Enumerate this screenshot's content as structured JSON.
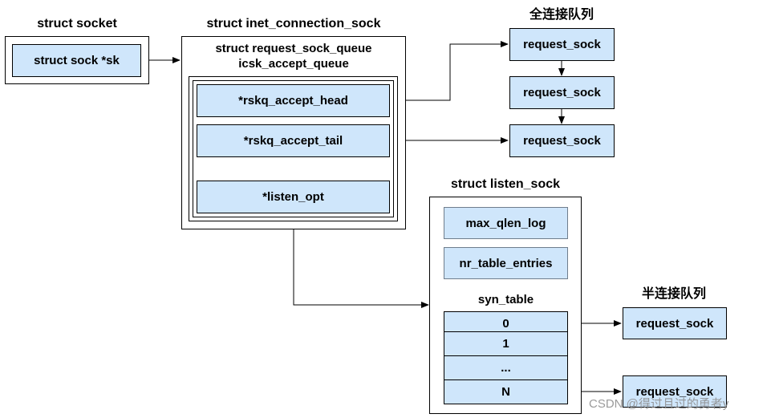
{
  "titles": {
    "socket": "struct socket",
    "inet_connection_sock": "struct inet_connection_sock",
    "full_queue": "全连接队列",
    "listen_sock": "struct listen_sock",
    "half_queue": "半连接队列"
  },
  "socket": {
    "sk": "struct sock *sk"
  },
  "inet_connection_sock": {
    "queue_line1": "struct request_sock_queue",
    "queue_line2": "icsk_accept_queue",
    "head": "*rskq_accept_head",
    "tail": "*rskq_accept_tail",
    "listen_opt": "*listen_opt"
  },
  "full_queue": {
    "items": [
      "request_sock",
      "request_sock",
      "request_sock"
    ]
  },
  "listen_sock": {
    "max_qlen_log": "max_qlen_log",
    "nr_table_entries": "nr_table_entries",
    "syn_table_label": "syn_table",
    "rows": [
      "0",
      "1",
      "...",
      "N"
    ]
  },
  "half_queue": {
    "items": [
      "request_sock",
      "request_sock"
    ]
  },
  "watermark": "CSDN @得过且过的勇者y",
  "colors": {
    "node_fill": "#cfe6fb",
    "stroke": "#000000"
  }
}
